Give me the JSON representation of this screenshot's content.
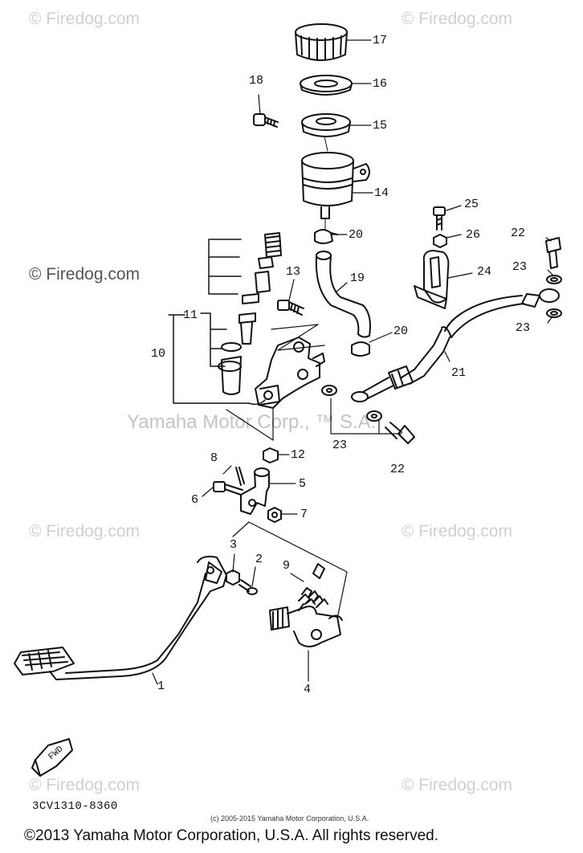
{
  "watermarks": {
    "firedog": "© Firedog.com",
    "center": "Yamaha Motor Corp., ™ S.A."
  },
  "labels": {
    "l1": "1",
    "l2": "2",
    "l3": "3",
    "l4": "4",
    "l5": "5",
    "l6": "6",
    "l7": "7",
    "l8": "8",
    "l9": "9",
    "l10": "10",
    "l11": "11",
    "l12": "12",
    "l13": "13",
    "l14": "14",
    "l15": "15",
    "l16": "16",
    "l17": "17",
    "l18": "18",
    "l19": "19",
    "l20a": "20",
    "l20b": "20",
    "l21": "21",
    "l22a": "22",
    "l22b": "22",
    "l23a": "23",
    "l23b": "23",
    "l23c": "23",
    "l24": "24",
    "l25": "25",
    "l26": "26"
  },
  "fwd_label": "FWD",
  "diagram_code": "3CV1310-8360",
  "fine_print": "(c) 2005-2015 Yamaha Motor Corporation, U.S.A.",
  "footer": "©2013 Yamaha Motor Corporation, U.S.A. All rights reserved."
}
